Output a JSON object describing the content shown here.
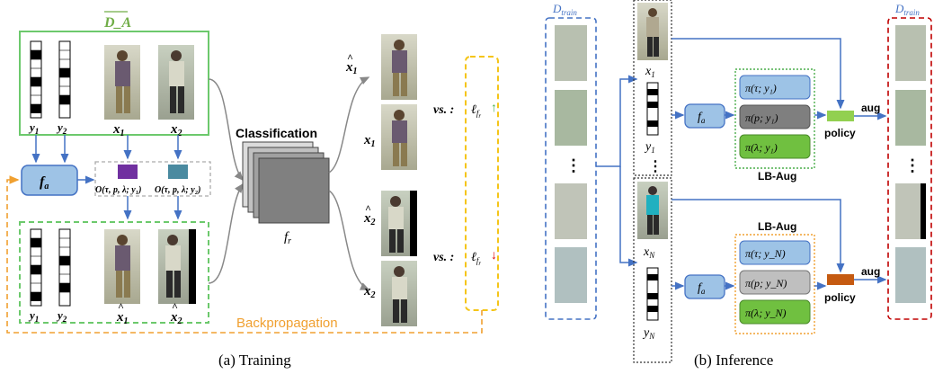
{
  "training": {
    "da_label": "D_A",
    "x1": "x",
    "x1_sub": "1",
    "x2": "x",
    "x2_sub": "2",
    "y1": "y",
    "y1_sub": "1",
    "y2": "y",
    "y2_sub": "2",
    "fa": "f",
    "fa_sub": "a",
    "op1": "O(τ, p, λ; y₁)",
    "op2": "O(τ, p, λ; y₂)",
    "classification": "Classification",
    "fr": "f",
    "fr_sub": "r",
    "vs_label": "vs. :",
    "loss": "ℓ",
    "loss_sub": "f",
    "loss_subsub": "r",
    "up_arrow": "↑",
    "down_arrow": "↓",
    "backprop": "Backpropagation",
    "caption": "(a)  Training"
  },
  "inference": {
    "dtrain_left": "D",
    "dtrain_sub": "train",
    "dtrain_right": "D",
    "x1": "x",
    "x1_sub": "1",
    "y1": "y",
    "y1_sub": "1",
    "xn": "x",
    "xn_sub": "N",
    "yn": "y",
    "yn_sub": "N",
    "fa": "f",
    "fa_sub": "a",
    "pi_top": [
      "π(τ; y₁)",
      "π(p; y₁)",
      "π(λ; y₁)"
    ],
    "pi_bottom": [
      "π(τ; y_N)",
      "π(p; y_N)",
      "π(λ; y_N)"
    ],
    "lb_aug": "LB-Aug",
    "policy": "policy",
    "aug": "aug",
    "dots": "⋮",
    "caption": "(b)  Inference"
  },
  "colors": {
    "green": "#6cc96c",
    "blue_arrow": "#4472c4",
    "orange": "#f0a030",
    "fa_fill": "#9ec3e6",
    "purple": "#7030a0",
    "teal": "#4a8aa0",
    "red_dash": "#c00000",
    "pi_blue": "#9dc3e6",
    "pi_gray": "#7f7f7f",
    "pi_green": "#70c040",
    "policy_green": "#92d050",
    "policy_orange": "#c55a11"
  }
}
